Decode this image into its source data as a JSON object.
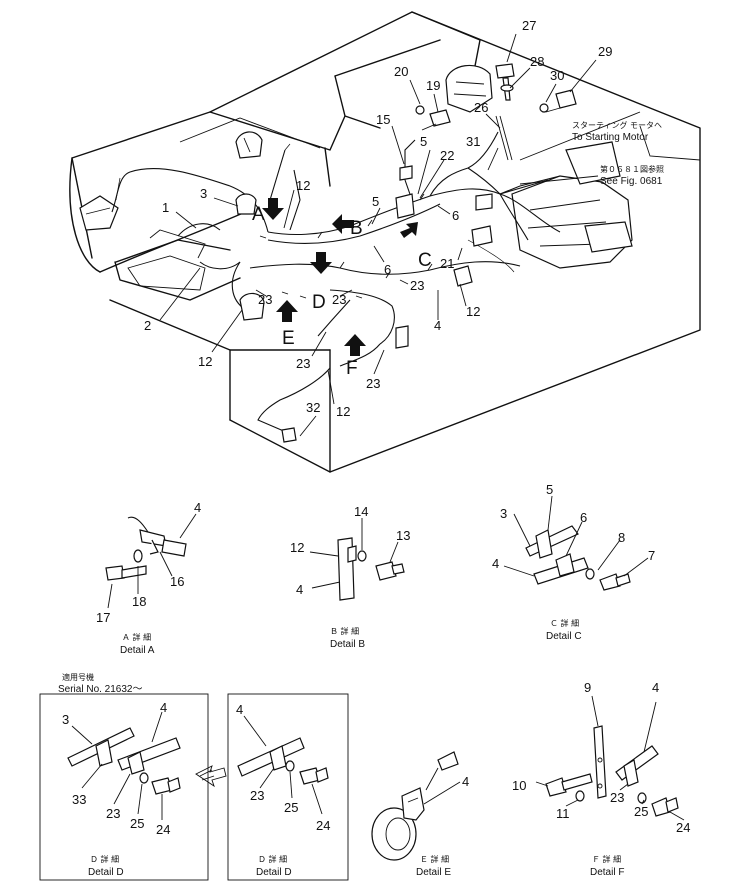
{
  "main_labels": {
    "n27": "27",
    "n28": "28",
    "n29": "29",
    "n30": "30",
    "n20": "20",
    "n19": "19",
    "n26": "26",
    "n15": "15",
    "n31": "31",
    "n5a": "5",
    "n22": "22",
    "n5b": "5",
    "n6a": "6",
    "n6b": "6",
    "n3": "3",
    "n12a": "12",
    "n1": "1",
    "n21": "21",
    "n12b": "12",
    "n2": "2",
    "n23a": "23",
    "n23b": "23",
    "n23c": "23",
    "n4": "4",
    "n12c": "12",
    "n23d": "23",
    "n23e": "23",
    "n32": "32",
    "n12d": "12"
  },
  "detail_letters": {
    "A": "A",
    "B": "B",
    "C": "C",
    "D": "D",
    "E": "E",
    "F": "F"
  },
  "notes": {
    "starting_motor_jp": "スターティング モータヘ",
    "starting_motor_en": "To Starting Motor",
    "see_fig_jp": "第０６８１図参照",
    "see_fig_en": "See Fig. 0681",
    "serial_jp": "適用号機",
    "serial_en": "Serial  No. 21632～"
  },
  "details": {
    "a": {
      "caption_jp": "Ａ 詳 細",
      "caption_en": "Detail A",
      "labels": {
        "p4": "4",
        "p16": "16",
        "p17": "17",
        "p18": "18"
      }
    },
    "b": {
      "caption_jp": "Ｂ 詳 細",
      "caption_en": "Detail B",
      "labels": {
        "p14": "14",
        "p13": "13",
        "p12": "12",
        "p4": "4"
      }
    },
    "c": {
      "caption_jp": "Ｃ 詳 細",
      "caption_en": "Detail C",
      "labels": {
        "p5": "5",
        "p3": "3",
        "p6": "6",
        "p8": "8",
        "p4": "4",
        "p7": "7"
      }
    },
    "d1": {
      "caption_jp": "Ｄ 詳 細",
      "caption_en": "Detail D",
      "labels": {
        "p3": "3",
        "p4": "4",
        "p33": "33",
        "p23": "23",
        "p25": "25",
        "p24": "24"
      }
    },
    "d2": {
      "caption_jp": "Ｄ 詳 細",
      "caption_en": "Detail D",
      "labels": {
        "p4": "4",
        "p23": "23",
        "p25": "25",
        "p24": "24"
      }
    },
    "e": {
      "caption_jp": "Ｅ 詳 細",
      "caption_en": "Detail E",
      "labels": {
        "p4": "4"
      }
    },
    "f": {
      "caption_jp": "Ｆ 詳 細",
      "caption_en": "Detail F",
      "labels": {
        "p9": "9",
        "p4": "4",
        "p10": "10",
        "p11": "11",
        "p23": "23",
        "p25": "25",
        "p24": "24"
      }
    }
  }
}
